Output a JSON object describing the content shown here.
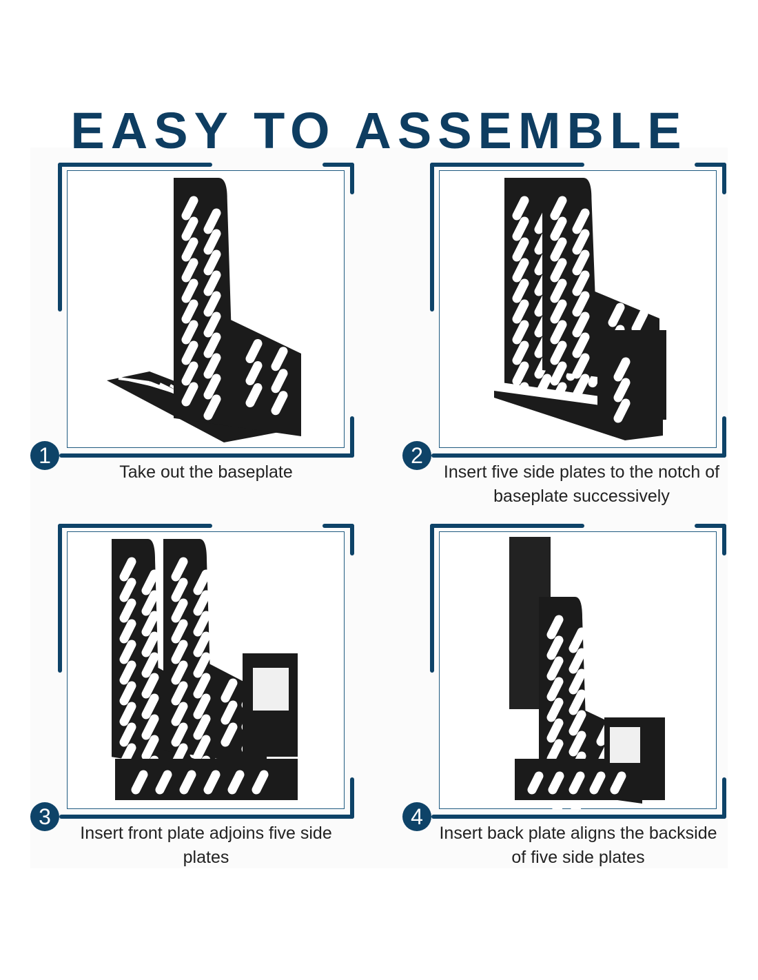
{
  "title": "EASY TO ASSEMBLE",
  "accent_color": "#0e4368",
  "steps": [
    {
      "number": "1",
      "caption": "Take out the baseplate"
    },
    {
      "number": "2",
      "caption": "Insert five side plates to the notch of baseplate successively"
    },
    {
      "number": "3",
      "caption": "Insert front plate adjoins five side plates"
    },
    {
      "number": "4",
      "caption": "Insert back plate aligns the backside of five side plates"
    }
  ]
}
